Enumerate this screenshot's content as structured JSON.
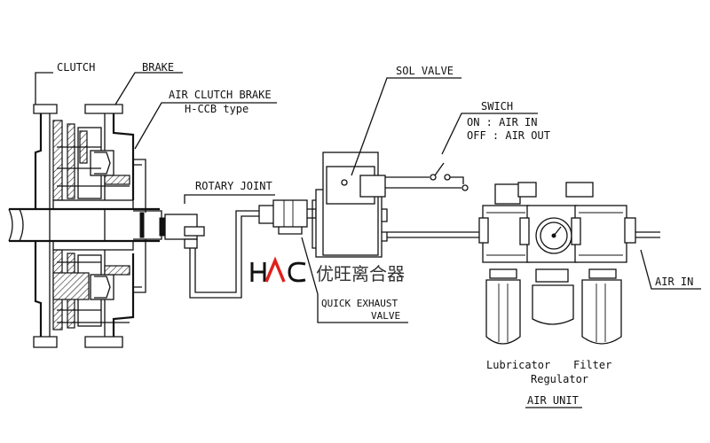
{
  "labels": {
    "clutch": "CLUTCH",
    "brake": "BRAKE",
    "air_clutch_brake": "AIR CLUTCH BRAKE",
    "hccb_type": "H-CCB type",
    "rotary_joint": "ROTARY JOINT",
    "sol_valve": "SOL VALVE",
    "swich": "SWICH",
    "on_state": "ON : AIR IN",
    "off_state": "OFF : AIR OUT",
    "quick_exhaust_1": "QUICK EXHAUST",
    "quick_exhaust_2": "VALVE",
    "air_in": "AIR IN",
    "lubricator": "Lubricator",
    "filter": "Filter",
    "regulator": "Regulator",
    "air_unit": "AIR UNIT"
  },
  "watermark": {
    "logo": "HAC",
    "text": "优旺离合器",
    "color": "#e0201b"
  },
  "line_color": "#111111"
}
